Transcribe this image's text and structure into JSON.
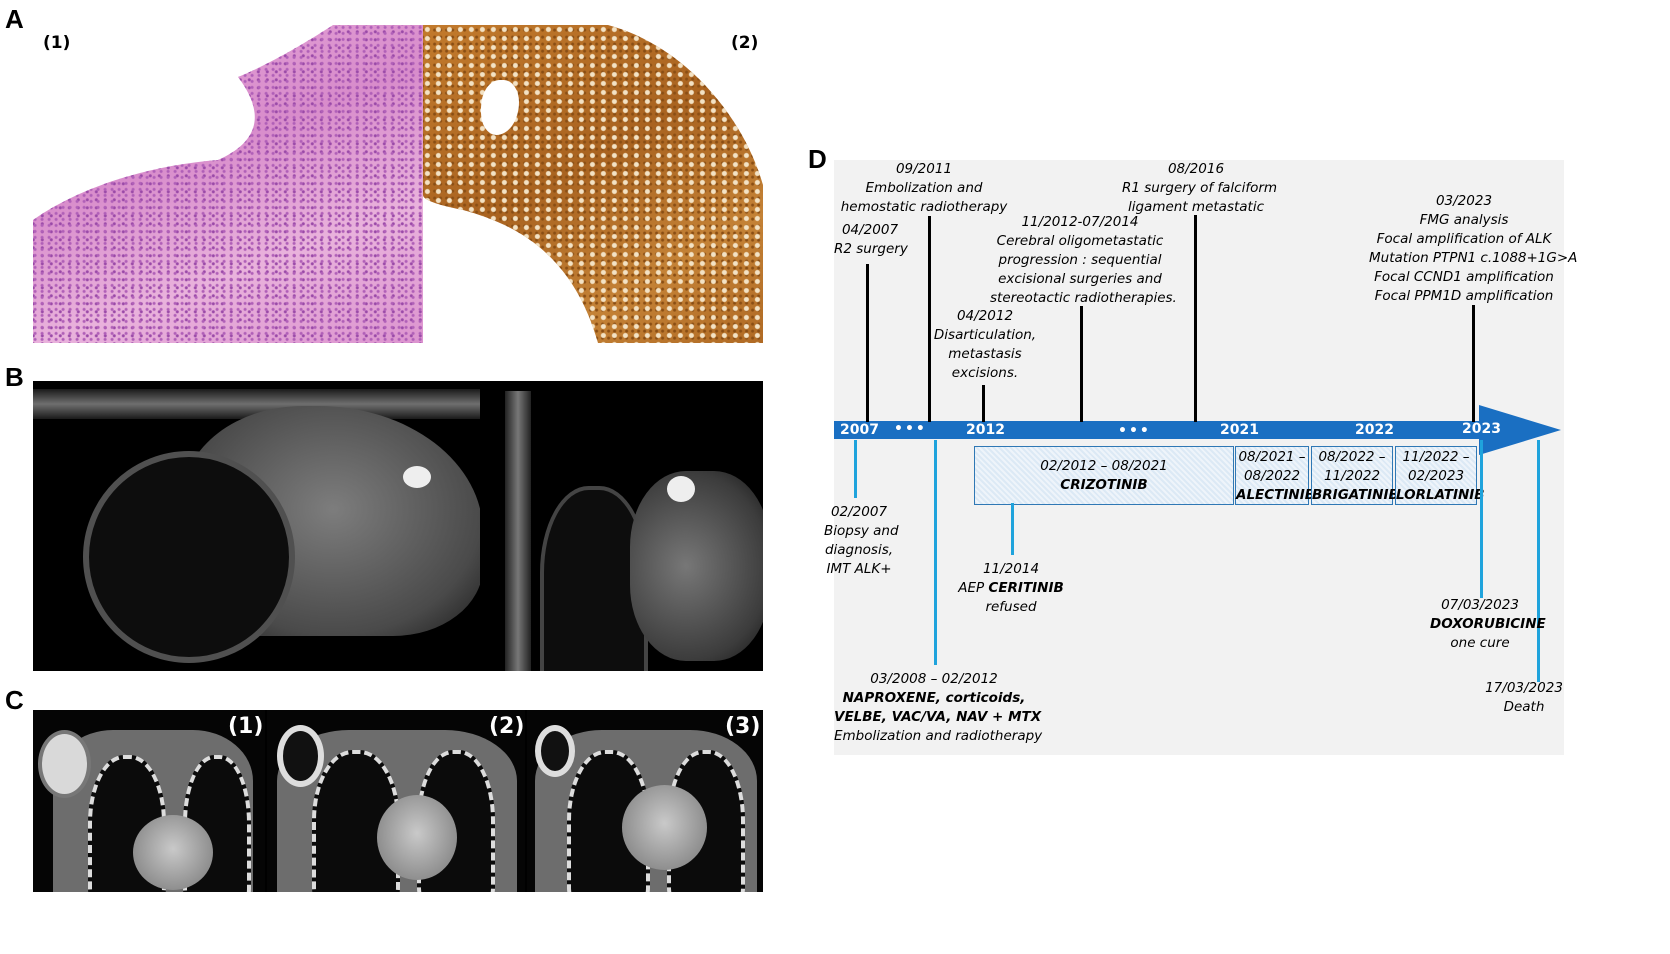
{
  "panels": {
    "A": "A",
    "B": "B",
    "C": "C",
    "D": "D"
  },
  "panel_a": {
    "sub1": "(1)",
    "sub2": "(2)"
  },
  "panel_c": {
    "sub1": "(1)",
    "sub2": "(2)",
    "sub3": "(3)"
  },
  "timeline": {
    "years": [
      "2007",
      "2012",
      "2021",
      "2022",
      "2023"
    ],
    "dots": "•••",
    "above": [
      {
        "date": "04/2007",
        "text": [
          "R2 surgery"
        ]
      },
      {
        "date": "09/2011",
        "text": [
          "Embolization and",
          "hemostatic radiotherapy"
        ]
      },
      {
        "date": "04/2012",
        "text": [
          "Disarticulation,",
          "metastasis",
          "excisions."
        ]
      },
      {
        "date": "11/2012-07/2014",
        "text": [
          "Cerebral oligometastatic",
          "progression : sequential",
          "excisional surgeries and",
          "stereotactic radiotherapies."
        ]
      },
      {
        "date": "08/2016",
        "text": [
          "R1 surgery of falciform",
          "ligament metastatic"
        ]
      },
      {
        "date": "03/2023",
        "text": [
          "FMG analysis",
          "Focal amplification of ALK",
          "Mutation PTPN1 c.1088+1G>A",
          "Focal CCND1 amplification",
          "Focal PPM1D amplification"
        ]
      }
    ],
    "treatments": [
      {
        "period": "02/2012 – 08/2021",
        "drug": "CRIZOTINIB"
      },
      {
        "period_1": "08/2021 –",
        "period_2": "08/2022",
        "drug": "ALECTINIB"
      },
      {
        "period_1": "08/2022 –",
        "period_2": "11/2022",
        "drug": "BRIGATINIB"
      },
      {
        "period_1": "11/2022 –",
        "period_2": "02/2023",
        "drug": "LORLATINIB"
      }
    ],
    "below": [
      {
        "date": "02/2007",
        "text": [
          "Biopsy and",
          "diagnosis,",
          "IMT ALK+"
        ]
      },
      {
        "date": "11/2014",
        "pre": "AEP ",
        "drug": "CERITINIB",
        "text": "refused"
      },
      {
        "date": "03/2008 – 02/2012",
        "bold1": "NAPROXENE, corticoids,",
        "bold2": "VELBE, VAC/VA, NAV + MTX",
        "text": "Embolization and radiotherapy"
      },
      {
        "date": "07/03/2023",
        "drug": "DOXORUBICINE",
        "text": "one cure"
      },
      {
        "date": "17/03/2023",
        "text": "Death"
      }
    ]
  },
  "colors": {
    "arrow": "#1a6fc2",
    "black_lines": "#000000",
    "blue_lines": "#1fa3dc",
    "panel_bg": "#f2f2f2"
  }
}
